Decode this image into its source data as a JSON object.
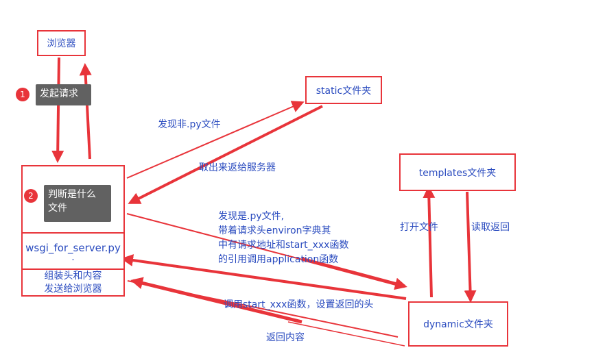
{
  "nodes": {
    "browser": "浏览器",
    "static": "static文件夹",
    "templates": "templates文件夹",
    "dynamic": "dynamic文件夹",
    "wsgi": "wsgi_for_server.py",
    "wsgi_dot": ".",
    "assemble_line1": "组装头和内容",
    "assemble_line2": "发送给浏览器"
  },
  "steps": [
    {
      "number": "1",
      "text": "发起请求"
    },
    {
      "number": "2",
      "text_line1": "判断是什么",
      "text_line2": "文件"
    }
  ],
  "edge_labels": {
    "non_py": "发现非.py文件",
    "fetch_return": "取出来返给服务器",
    "py_line1": "发现是.py文件,",
    "py_line2": "带着请求头environ字典其",
    "py_line3": "中有请求地址和start_xxx函数",
    "py_line4": "的引用调用application函数",
    "call_start": "调用start_xxx函数，设置返回的头",
    "return_content": "返回内容",
    "open_file": "打开文件",
    "read_return": "读取返回"
  },
  "colors": {
    "arrow": "#e8343a",
    "text": "#2a4bbf",
    "note_bg": "#616161"
  }
}
